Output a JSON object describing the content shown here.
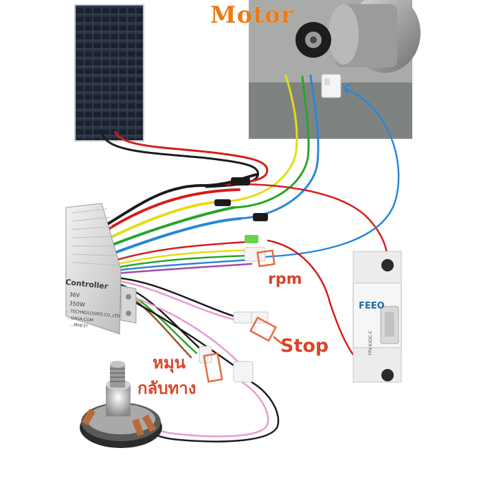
{
  "labels": {
    "motor": "Motor",
    "rpm": "rpm",
    "stop": "Stop",
    "reverse_line1": "หมุน",
    "reverse_line2": "กลับทาง"
  },
  "controller_text": {
    "title": "Controller",
    "voltage": "36V",
    "power": "350W",
    "company": "...TECHNOLOGIES CO.,LTD",
    "web": "...GASA.COM",
    "code": "...MHE3?"
  },
  "breaker_text": {
    "brand": "FEEO",
    "model": "FPV-63DC-C"
  },
  "colors": {
    "red": "#d41c1c",
    "black": "#1b1b1b",
    "yellow": "#e6dc12",
    "green": "#26a526",
    "blue": "#2a86d8",
    "pink": "#e89ad0",
    "label_red": "#d8452a",
    "label_orange": "#ec7a14"
  },
  "icons": [
    "solar-panel-icon",
    "motor-icon",
    "controller-box-icon",
    "circuit-breaker-icon",
    "potentiometer-icon",
    "connector-icon"
  ]
}
